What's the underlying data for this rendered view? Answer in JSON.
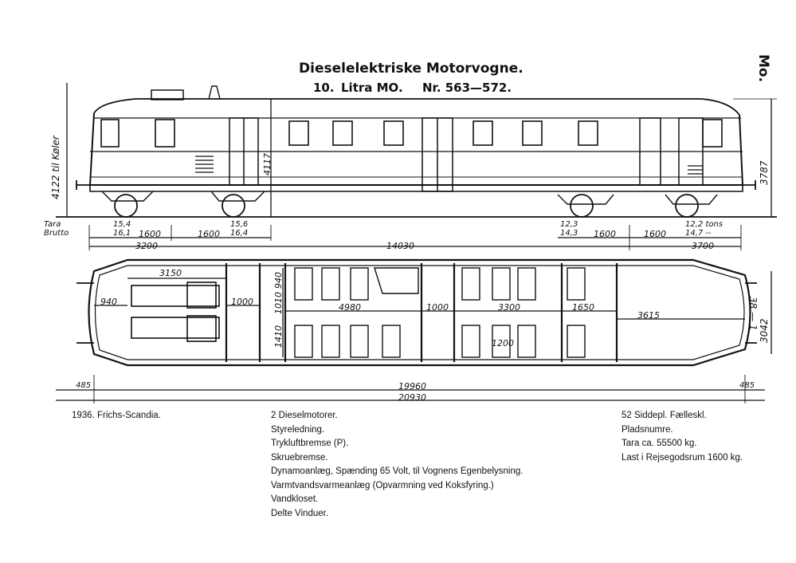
{
  "header": {
    "title": "Dieselelektriske Motorvogne.",
    "subtitle_num": "10.",
    "subtitle_litra": "Litra MO.",
    "subtitle_nr": "Nr. 563—572.",
    "corner_code": "Mo.",
    "side_code": "38 — 1"
  },
  "side_view": {
    "height_label": "4122 til Køler",
    "tara_brutto": [
      "Tara",
      "Brutto"
    ],
    "height_4117": "4117",
    "height_3787": "3787",
    "axle_loads": [
      "15,4\n16,1",
      "15,6\n16,4",
      "12,3\n14,3",
      "12,2 tons\n14,7 --"
    ],
    "dims_row1": [
      "1600",
      "1600",
      "1600",
      "1600"
    ],
    "dims_row2": [
      "3200",
      "14030",
      "3700"
    ]
  },
  "plan_view": {
    "dims": [
      "3150",
      "940",
      "1000",
      "940",
      "1410",
      "1010",
      "4980",
      "1000",
      "3300",
      "1650",
      "3615",
      "1200",
      "3042"
    ],
    "total_inner": "19960",
    "total_outer": "20930",
    "buffer_left": "485",
    "buffer_right": "485"
  },
  "specs": {
    "col1": [
      "1936. Frichs-Scandia."
    ],
    "col2": [
      "2 Dieselmotorer.",
      "Styreledning.",
      "Trykluftbremse (P).",
      "Skruebremse.",
      "Dynamoanlæg, Spænding 65 Volt, til Vognens Egenbelysning.",
      "Varmtvandsvarmeanlæg (Opvarmning ved Koksfyring.)",
      "Vandkloset.",
      "Delte Vinduer."
    ],
    "col3": [
      "52 Siddepl. Fælleskl.",
      "Pladsnumre.",
      "Tara ca. 55500 kg.",
      "Last i Rejsegodsrum 1600 kg."
    ]
  }
}
